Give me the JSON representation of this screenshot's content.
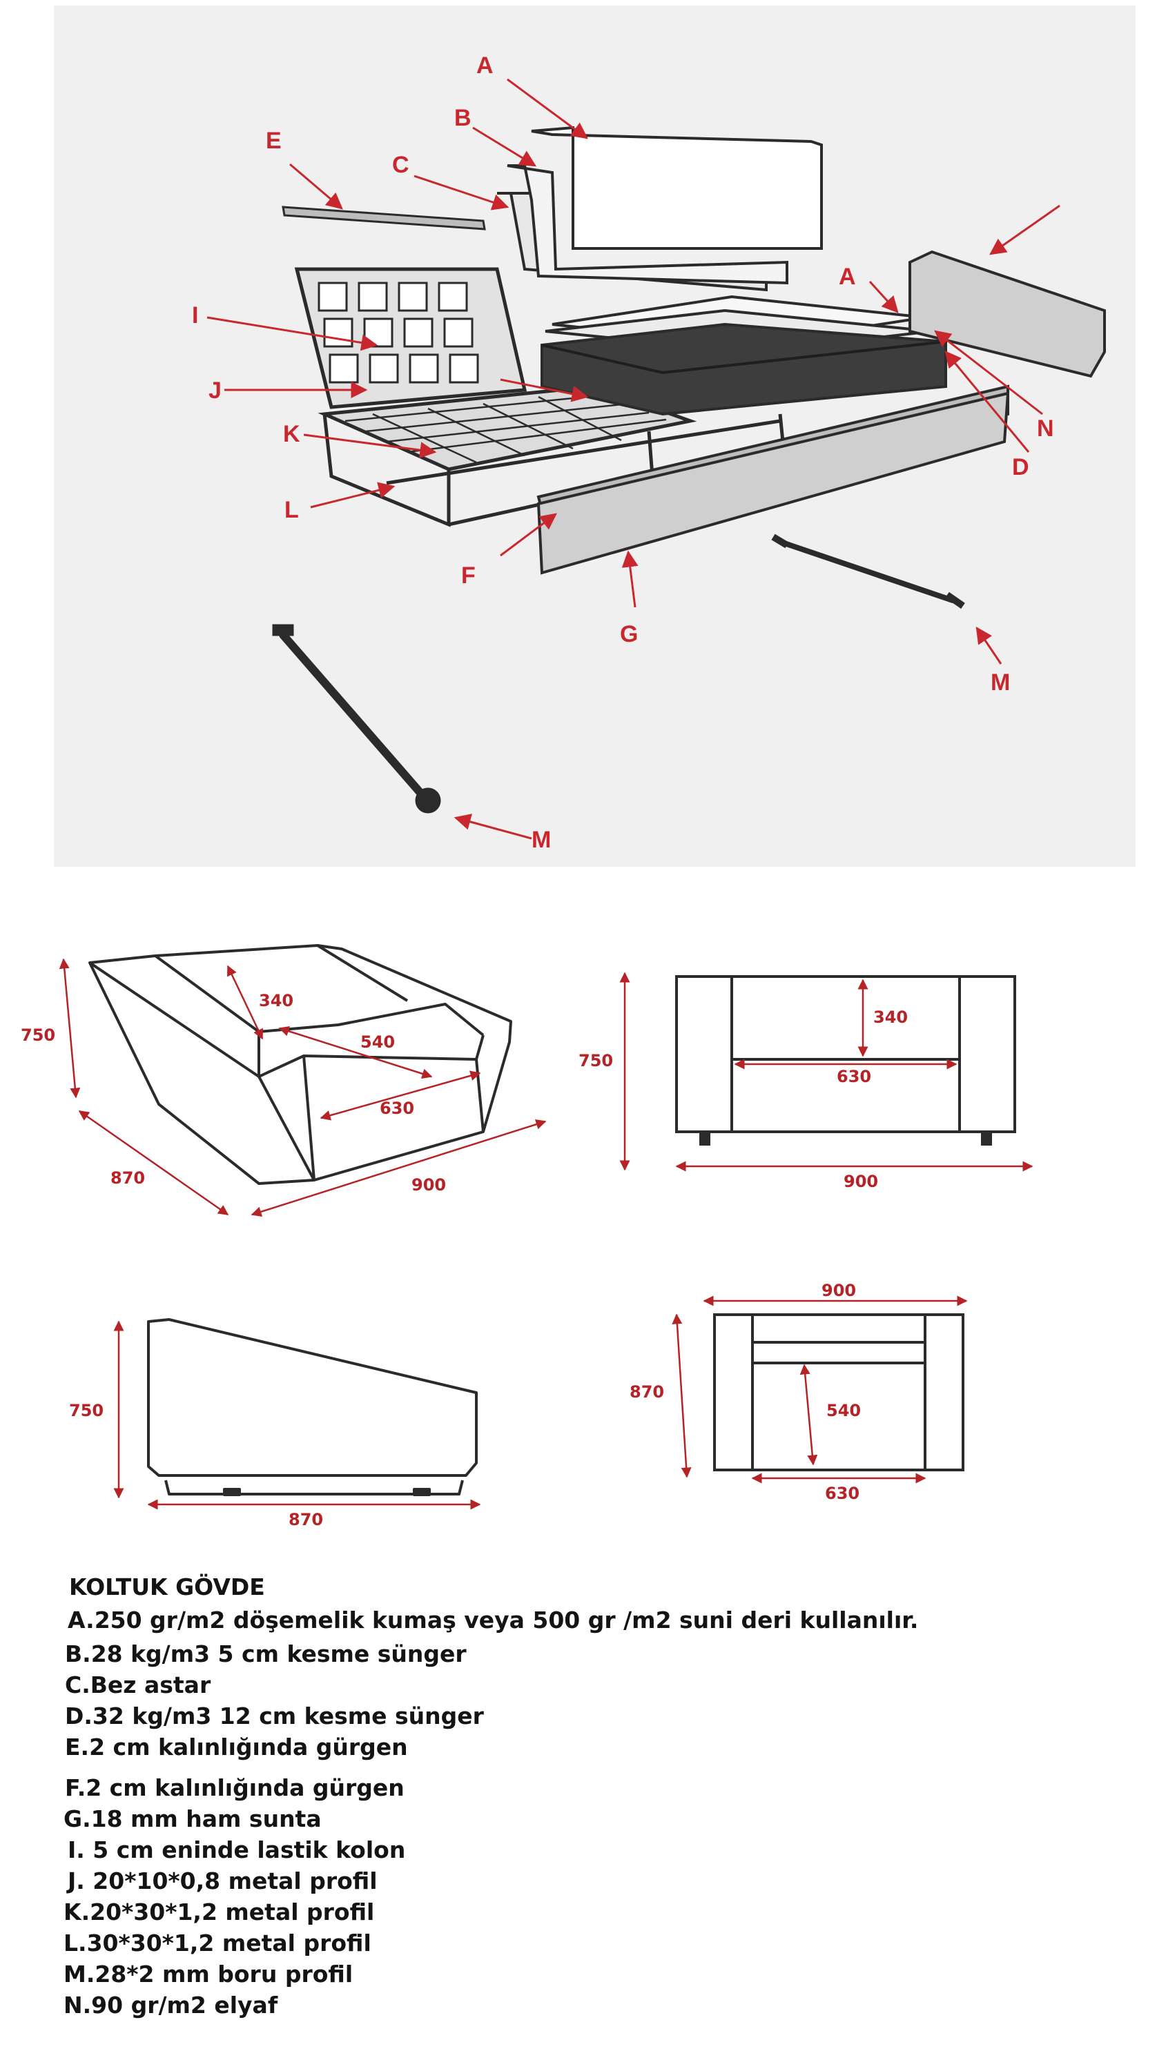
{
  "colors": {
    "panel_bg": "#f0f0f0",
    "outline": "#2b2b2b",
    "callout_red": "#c8282d",
    "dimension_red": "#b52326",
    "foam_dark": "#3d3d3d",
    "board_gray": "#cfcfcf",
    "text": "#141414"
  },
  "exploded_view": {
    "callouts": [
      "A",
      "B",
      "C",
      "E",
      "A",
      "I",
      "J",
      "N",
      "K",
      "D",
      "L",
      "F",
      "G",
      "M",
      "M"
    ]
  },
  "iso_view": {
    "dims": [
      "750",
      "340",
      "540",
      "630",
      "870",
      "900"
    ]
  },
  "front_view": {
    "dims": [
      "750",
      "340",
      "630",
      "900"
    ]
  },
  "side_view": {
    "dims": [
      "750",
      "870"
    ]
  },
  "top_view": {
    "dims": [
      "900",
      "870",
      "540",
      "630"
    ]
  },
  "specs": {
    "title": "KOLTUK GÖVDE",
    "lines": [
      "A.250 gr/m2 döşemelik kumaş veya  500 gr /m2 suni deri kullanılır.",
      "B.28 kg/m3 5 cm kesme sünger",
      "C.Bez astar",
      "D.32 kg/m3 12 cm kesme sünger",
      "E.2 cm kalınlığında gürgen",
      "F.2 cm kalınlığında gürgen",
      "G.18 mm ham sunta",
      "I. 5 cm eninde lastik kolon",
      "J. 20*10*0,8 metal profil",
      "K.20*30*1,2 metal profil",
      "L.30*30*1,2 metal profil",
      "M.28*2 mm boru profil",
      "N.90 gr/m2 elyaf"
    ]
  }
}
